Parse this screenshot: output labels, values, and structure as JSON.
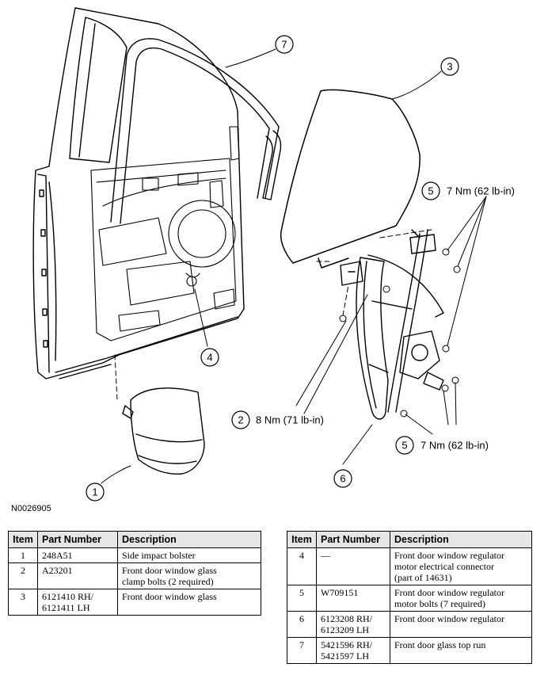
{
  "figure_id": "N0026905",
  "callouts": [
    {
      "id": "1",
      "label": "1"
    },
    {
      "id": "2",
      "label": "2",
      "note": "8 Nm (71 lb-in)"
    },
    {
      "id": "3",
      "label": "3"
    },
    {
      "id": "4",
      "label": "4"
    },
    {
      "id": "5a",
      "label": "5",
      "note": "7 Nm (62 lb-in)"
    },
    {
      "id": "5b",
      "label": "5",
      "note": "7 Nm (62 lb-in)"
    },
    {
      "id": "6",
      "label": "6"
    },
    {
      "id": "7",
      "label": "7"
    }
  ],
  "table": {
    "headers": {
      "item": "Item",
      "part_number": "Part Number",
      "description": "Description"
    },
    "left_rows": [
      {
        "item": "1",
        "part_number": "248A51",
        "description": "Side impact bolster"
      },
      {
        "item": "2",
        "part_number": "A23201",
        "description": "Front door window glass\nclamp bolts (2 required)"
      },
      {
        "item": "3",
        "part_number": "6121410 RH/\n6121411 LH",
        "description": "Front door window glass"
      }
    ],
    "right_rows": [
      {
        "item": "4",
        "part_number": "—",
        "description": "Front door window regulator\nmotor electrical connector\n(part of 14631)"
      },
      {
        "item": "5",
        "part_number": "W709151",
        "description": "Front door window regulator\nmotor bolts (7 required)"
      },
      {
        "item": "6",
        "part_number": "6123208 RH/\n6123209 LH",
        "description": "Front door window regulator"
      },
      {
        "item": "7",
        "part_number": "5421596 RH/\n5421597 LH",
        "description": "Front door glass top run"
      }
    ]
  }
}
